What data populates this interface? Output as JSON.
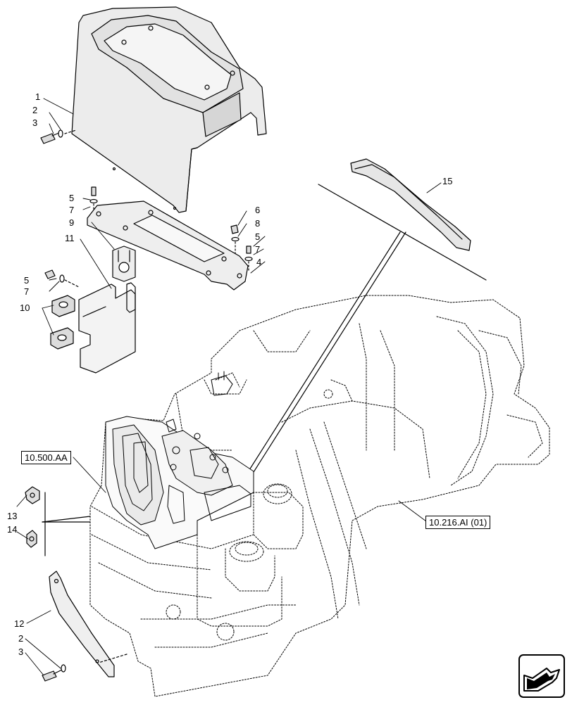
{
  "callouts": {
    "c1": "1",
    "c2a": "2",
    "c3a": "3",
    "c5a": "5",
    "c7a": "7",
    "c9": "9",
    "c11": "11",
    "c6": "6",
    "c8": "8",
    "c5b": "5",
    "c7b": "7",
    "c4": "4",
    "c5c": "5",
    "c7c": "7",
    "c10": "10",
    "c15": "15",
    "c13": "13",
    "c14": "14",
    "c12": "12",
    "c2b": "2",
    "c3b": "3"
  },
  "references": {
    "ref_left": "10.500.AA",
    "ref_right": "10.216.AI (01)"
  },
  "icons": {
    "nav": "next-page-arrow-icon"
  }
}
